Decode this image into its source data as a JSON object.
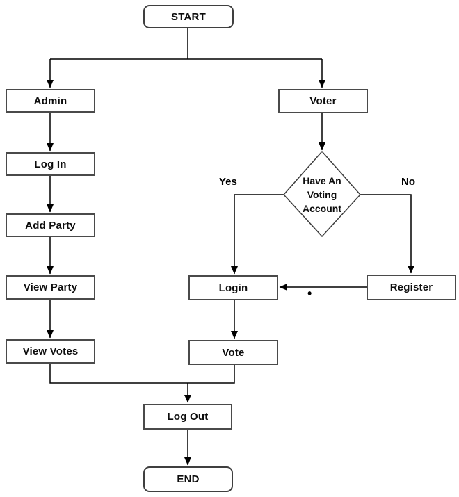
{
  "diagram": {
    "type": "flowchart",
    "background": "#ffffff",
    "colors": {
      "node_fill": "#ffffff",
      "node_border": "#4a4a4a",
      "connector": "#000000",
      "text": "#0d0d0d"
    },
    "nodes": {
      "start": {
        "label": "START",
        "shape": "terminator"
      },
      "admin": {
        "label": "Admin",
        "shape": "process"
      },
      "log_in": {
        "label": "Log In",
        "shape": "process"
      },
      "add_party": {
        "label": "Add Party",
        "shape": "process"
      },
      "view_party": {
        "label": "View Party",
        "shape": "process"
      },
      "view_votes": {
        "label": "View Votes",
        "shape": "process"
      },
      "voter": {
        "label": "Voter",
        "shape": "process"
      },
      "have_account": {
        "label": "Have An\nVoting\nAccount",
        "shape": "decision"
      },
      "login": {
        "label": "Login",
        "shape": "process"
      },
      "register": {
        "label": "Register",
        "shape": "process"
      },
      "vote": {
        "label": "Vote",
        "shape": "process"
      },
      "log_out": {
        "label": "Log Out",
        "shape": "process"
      },
      "end": {
        "label": "END",
        "shape": "terminator"
      }
    },
    "edge_labels": {
      "yes": "Yes",
      "no": "No",
      "dot": "•"
    },
    "edges": [
      {
        "from": "start",
        "to": "admin"
      },
      {
        "from": "start",
        "to": "voter"
      },
      {
        "from": "admin",
        "to": "log_in"
      },
      {
        "from": "log_in",
        "to": "add_party"
      },
      {
        "from": "add_party",
        "to": "view_party"
      },
      {
        "from": "view_party",
        "to": "view_votes"
      },
      {
        "from": "voter",
        "to": "have_account"
      },
      {
        "from": "have_account",
        "to": "login",
        "label": "Yes"
      },
      {
        "from": "have_account",
        "to": "register",
        "label": "No"
      },
      {
        "from": "register",
        "to": "login"
      },
      {
        "from": "login",
        "to": "vote"
      },
      {
        "from": "view_votes",
        "to": "log_out"
      },
      {
        "from": "vote",
        "to": "log_out"
      },
      {
        "from": "log_out",
        "to": "end"
      }
    ]
  }
}
